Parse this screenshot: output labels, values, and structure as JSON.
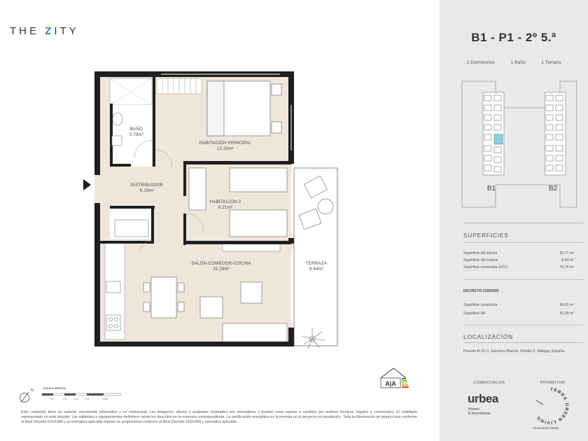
{
  "brand": {
    "prefix": "THE ",
    "z": "Z",
    "suffix": "ITY"
  },
  "unit": {
    "title": "B1 - P1 - 2º 5.ª",
    "bedrooms": "2 Dormitorios",
    "baths": "1 Baño",
    "terraces": "1 Terraza"
  },
  "keyplan": {
    "b1": "B1",
    "b2": "B2"
  },
  "rooms": {
    "bano": {
      "name": "BAÑO",
      "area": "3.78m²"
    },
    "habitacion_principal": {
      "name": "HABITACIÓN PRINCIPAL",
      "area": "12.30m²"
    },
    "distribuidor": {
      "name": "DISTRIBUIDOR",
      "area": "6.19m²"
    },
    "habitacion2": {
      "name": "HABITACIÓN 2",
      "area": "8.21m²"
    },
    "salon": {
      "name": "SALÓN-COMEDOR-COCINA",
      "area": "22.29m²"
    },
    "terraza": {
      "name": "TERRAZA",
      "area": "8.44m²"
    }
  },
  "scale": {
    "title": "ESCALA GRÁFICA",
    "ticks": [
      "0.5",
      "1.0",
      "1.5",
      "2.5",
      "3.5m"
    ]
  },
  "compass": "N",
  "energy": {
    "label": "A|A"
  },
  "disclaimer": "Este contenido tiene un carácter meramente informativo y no contractual. Las imágenes, planos y acabados mostrados son orientativos y pueden estar sujetos a cambios por motivos técnicos, legales o comerciales. El mobiliario representado no está incluido. Las calidades y equipamientos definitivos serán los descritos en la memoria correspondiente. La certificación energética es la prevista en el proyecto en tramitación. Toda la información se proporciona conforme al Real Decreto 515/1989 y la normativa aplicable.mación se proporciona conforme al Real Decreto 515/1989 y normativa aplicable.",
  "superficies": {
    "title": "SUPERFICIES",
    "rows": [
      {
        "label": "Superficie útil interior",
        "value": "52,77 m²"
      },
      {
        "label": "Superficie útil exterior",
        "value": "8,44 m²"
      },
      {
        "label": "Superficie construida ZZCC",
        "value": "79,76 m²"
      }
    ]
  },
  "decreto": {
    "title": "DECRETO 218/2005",
    "rows": [
      {
        "label": "Superficie construida",
        "value": "84,01 m²"
      },
      {
        "label": "Superficie útil",
        "value": "56,99 m²"
      }
    ]
  },
  "localizacion": {
    "title": "LOCALIZACIÓN",
    "text": "Parcela R-21.3, Sánchez Blanca. Distrito Z, Málaga, España"
  },
  "comercializa": {
    "label": "COMERCIALIZA",
    "brand": "urbea",
    "sub1": "Homes",
    "sub2": "& Investments"
  },
  "promotor": {
    "label": "PROMOTOR",
    "brand": "TERRA GREEN LIVING",
    "sub": "Promotora Verde"
  },
  "colors": {
    "accent": "#3d7ea6",
    "wall": "#1f1f1f",
    "floor": "#efe6db",
    "keyplan_highlight": "#8fd0e3"
  }
}
